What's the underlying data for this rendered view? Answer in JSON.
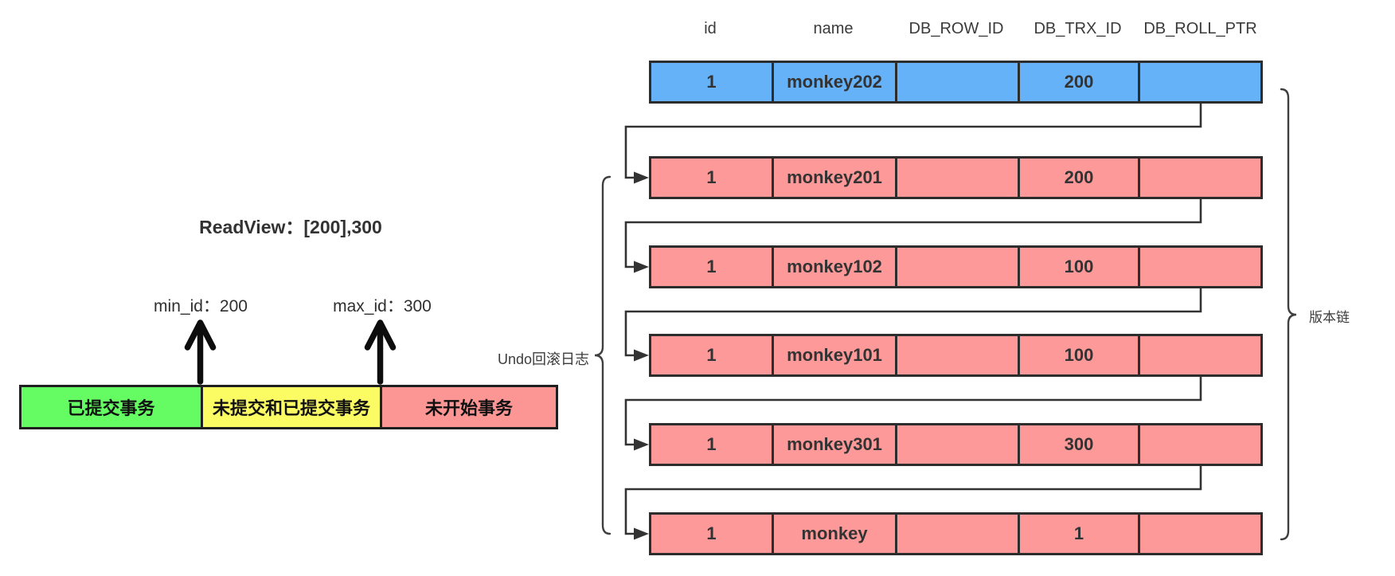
{
  "readview": {
    "title": "ReadView：[200],300",
    "min_label": "min_id：200",
    "max_label": "max_id：300"
  },
  "timeline_bar": {
    "segments": [
      {
        "label": "已提交事务",
        "color": "#64fb63"
      },
      {
        "label": "未提交和已提交事务",
        "color": "#fbfb64"
      },
      {
        "label": "未开始事务",
        "color": "#fb9694"
      }
    ]
  },
  "table": {
    "headers": [
      "id",
      "name",
      "DB_ROW_ID",
      "DB_TRX_ID",
      "DB_ROLL_PTR"
    ],
    "rows": [
      {
        "cells": [
          "1",
          "monkey202",
          "",
          "200",
          ""
        ],
        "fill": "#65b2f8"
      },
      {
        "cells": [
          "1",
          "monkey201",
          "",
          "200",
          ""
        ],
        "fill": "#fd9a99"
      },
      {
        "cells": [
          "1",
          "monkey102",
          "",
          "100",
          ""
        ],
        "fill": "#fd9a99"
      },
      {
        "cells": [
          "1",
          "monkey101",
          "",
          "100",
          ""
        ],
        "fill": "#fd9a99"
      },
      {
        "cells": [
          "1",
          "monkey301",
          "",
          "300",
          ""
        ],
        "fill": "#fd9a99"
      },
      {
        "cells": [
          "1",
          "monkey",
          "",
          "1",
          ""
        ],
        "fill": "#fd9a99"
      }
    ]
  },
  "annotations": {
    "undo_label": "Undo回滚日志",
    "version_chain_label": "版本链"
  },
  "colors": {
    "row_border": "#2d2d2d",
    "connector_line": "#333333",
    "brace_line": "#3f3f3f",
    "arrow_black": "#0d0d0d"
  }
}
